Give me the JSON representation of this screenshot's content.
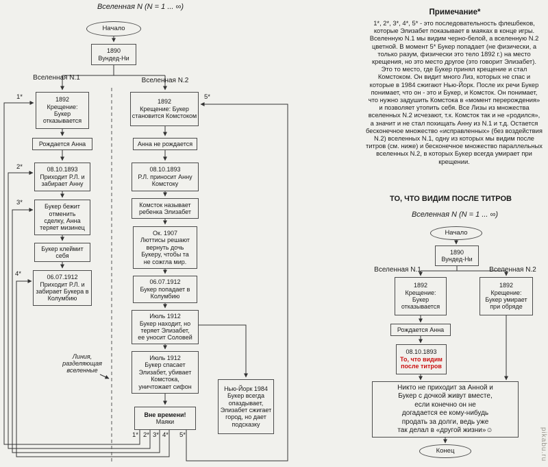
{
  "colors": {
    "accent_red": "#cc1111",
    "line": "#333333",
    "background": "#f1f1ed"
  },
  "left_chart": {
    "title": "Вселенная N (N = 1 ... ∞)",
    "start": "Начало",
    "wounded_knee": "1890\nВундед-Ни",
    "universe1_label": "Вселенная N.1",
    "universe2_label": "Вселенная N.2",
    "n1": [
      "1892\nКрещение:\nБукер\nотказывается",
      "Рождается Анна",
      "08.10.1893\nПриходит Р.Л. и\nзабирает Анну",
      "Букер бежит\nотменить\nсделку, Анна\nтеряет мизинец",
      "Букер клеймит\nсебя",
      "06.07.1912\nПриходит Р.Л. и\nзабирает Букера в\nКолумбию"
    ],
    "n2": [
      "1892\nКрещение: Букер\nстановится Комстоком",
      "Анна не рождается",
      "08.10.1893\nР.Л. приносит Анну\nКомстоку",
      "Комсток называет\nребенка Элизабет",
      "Ок. 1907\nЛюттисы решают\nвернуть дочь\nБукеру, чтобы та\nне сожгла мир.",
      "06.07.1912\nБукер попадает в\nКолумбию",
      "Июль 1912\nБукер находит, но\nтеряет Элизабет,\nее уносит Соловей",
      "Июль 1912\nБукер спасает\nЭлизабет, убивает\nКомстока,\nуничтожает сифон"
    ],
    "timeless_bold": "Вне времени!",
    "timeless_text": "Маяки",
    "ny_box": "Нью-Йорк 1984\nБукер всегда\nопаздывает,\nЭлизабет сжигает\nгород, но дает\nподсказку",
    "stars": {
      "s1": "1*",
      "s2": "2*",
      "s3": "3*",
      "s4": "4*",
      "s5": "5*"
    },
    "bottom_stars": [
      "1*",
      "2*",
      "3*",
      "4*",
      "5*"
    ],
    "divider_label": "Линия,\nразделяющая\nвселенные"
  },
  "note": {
    "title": "Примечание*",
    "body": "1*, 2*, 3*, 4*, 5* - это последовательность флешбеков, которые Элизабет показывает в маяках в конце игры. Вселенную N.1 мы видим черно-белой, а вселенную N.2 цветной. В момент 5* Букер попадает (не физически, а только разум, физически это тело 1892 г.) на место крещения, но это место другое (это говорит Элизабет). Это то место, где Букер принял крещение и стал Комстоком. Он видит много Лиз, которых не спас и которые в 1984 сжигают Нью-Йорк. После их речи Букер понимает, что он - это и Букер, и Комсток. Он понимает, что нужно задушить Комстока в «момент перерождения» и позволяет утопить себя. Все Лизы из множества вселенных N.2 исчезают, т.к. Комсток так и не «родился», а значит и не стал похищать Анну из N.1 и т.д. Остается бесконечное множество «исправленных» (без воздействия N.2) вселенных N.1, одну из которых мы видим после титров (см. ниже) и бесконечное множество параллельных вселенных N.2, в которых Букер всегда умирает при крещении."
  },
  "right_chart": {
    "title": "ТО, ЧТО ВИДИМ ПОСЛЕ ТИТРОВ",
    "subtitle": "Вселенная N (N = 1 ... ∞)",
    "start": "Начало",
    "wounded_knee": "1890\nВундед-Ни",
    "universe1_label": "Вселенная N.1",
    "universe2_label": "Вселенная N.2",
    "n1_baptism": "1892\nКрещение:\nБукер\nотказывается",
    "n2_baptism": "1892\nКрещение:\nБукер умирает\nпри обряде",
    "anna_born": "Рождается Анна",
    "date_node_date": "08.10.1893",
    "date_node_red": "То, что видим\nпосле титров",
    "final_box": "Никто не приходит за Анной и\nБукер с дочкой живут вместе,\nесли конечно он не\nдогадается ее кому-нибудь\nпродать за долги, ведь уже\nтак делал в «другой жизни»☺",
    "end": "Конец"
  },
  "watermark": "pikabu.ru"
}
